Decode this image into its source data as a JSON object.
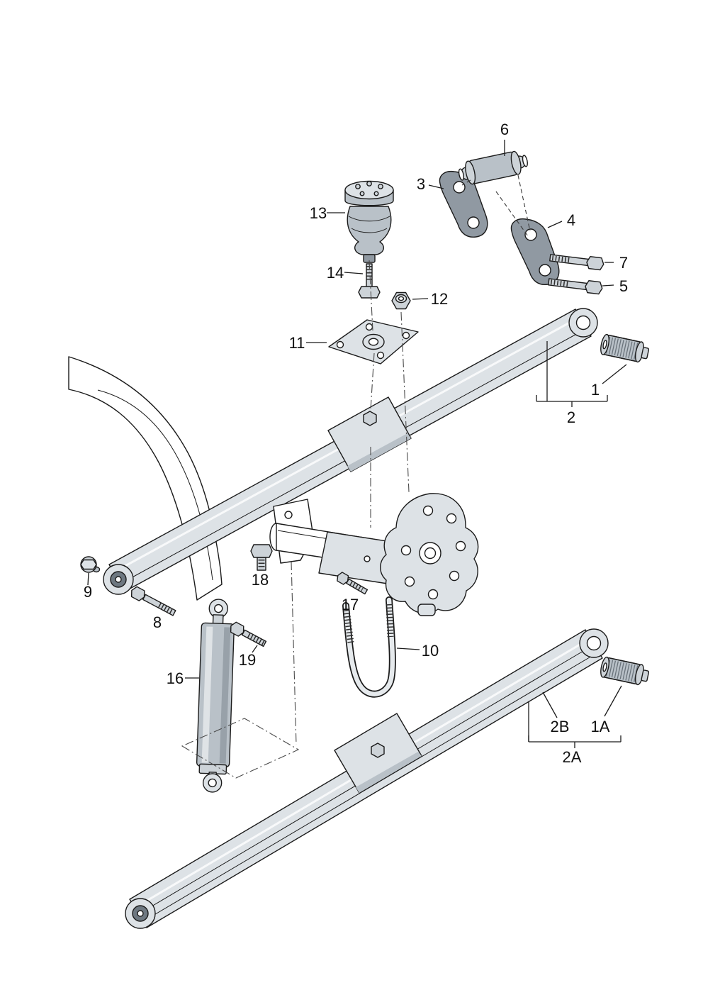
{
  "page": {
    "background": "#ffffff"
  },
  "palette": {
    "line": "#1b1b1b",
    "light_fill": "#dde2e6",
    "mid_fill": "#b9c1c8",
    "dark_fill": "#9099a2",
    "steel_fill": "#cdd3d8",
    "core_fill": "#6e7881",
    "white": "#ffffff",
    "label_color": "#101010"
  },
  "callouts": {
    "c1": {
      "text": "1"
    },
    "c1a": {
      "text": "1A"
    },
    "c2": {
      "text": "2"
    },
    "c2a": {
      "text": "2A"
    },
    "c2b": {
      "text": "2B"
    },
    "c3": {
      "text": "3"
    },
    "c4": {
      "text": "4"
    },
    "c5": {
      "text": "5"
    },
    "c6": {
      "text": "6"
    },
    "c7": {
      "text": "7"
    },
    "c8": {
      "text": "8"
    },
    "c9": {
      "text": "9"
    },
    "c10": {
      "text": "10"
    },
    "c11": {
      "text": "11"
    },
    "c12": {
      "text": "12"
    },
    "c13": {
      "text": "13"
    },
    "c14": {
      "text": "14"
    },
    "c16": {
      "text": "16"
    },
    "c17": {
      "text": "17"
    },
    "c18": {
      "text": "18"
    },
    "c19": {
      "text": "19"
    }
  }
}
